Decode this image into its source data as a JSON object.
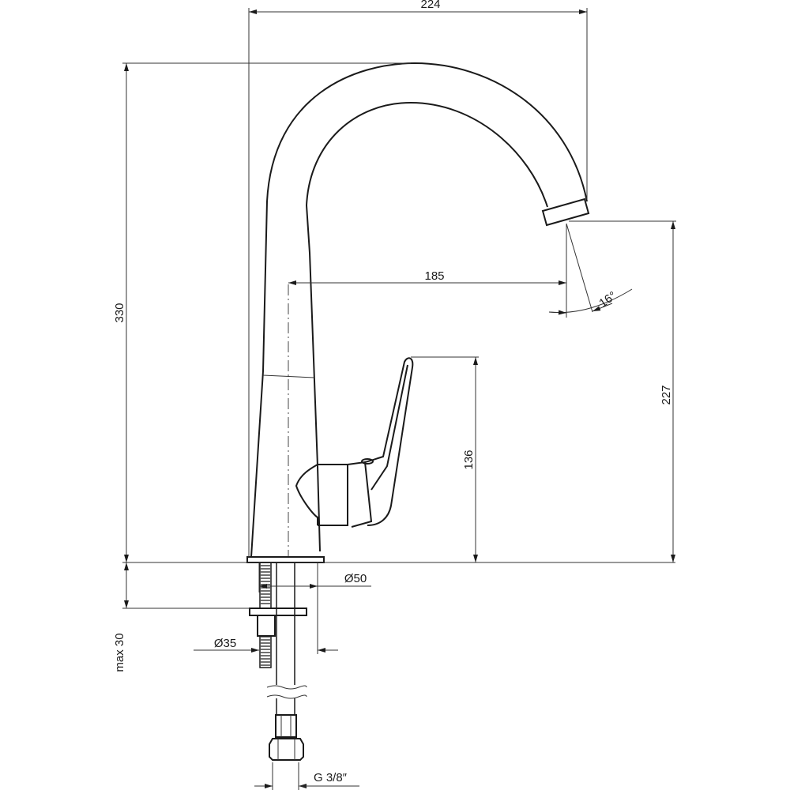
{
  "title": "Faucet technical drawing",
  "dimensions": {
    "width_total": "224",
    "height_total": "330",
    "spout_reach": "185",
    "spout_height": "227",
    "lever_height": "136",
    "spout_angle": "16°",
    "base_diameter": "Ø50",
    "hole_diameter": "Ø35",
    "max_thickness": "max 30",
    "connection": "G 3/8″"
  }
}
